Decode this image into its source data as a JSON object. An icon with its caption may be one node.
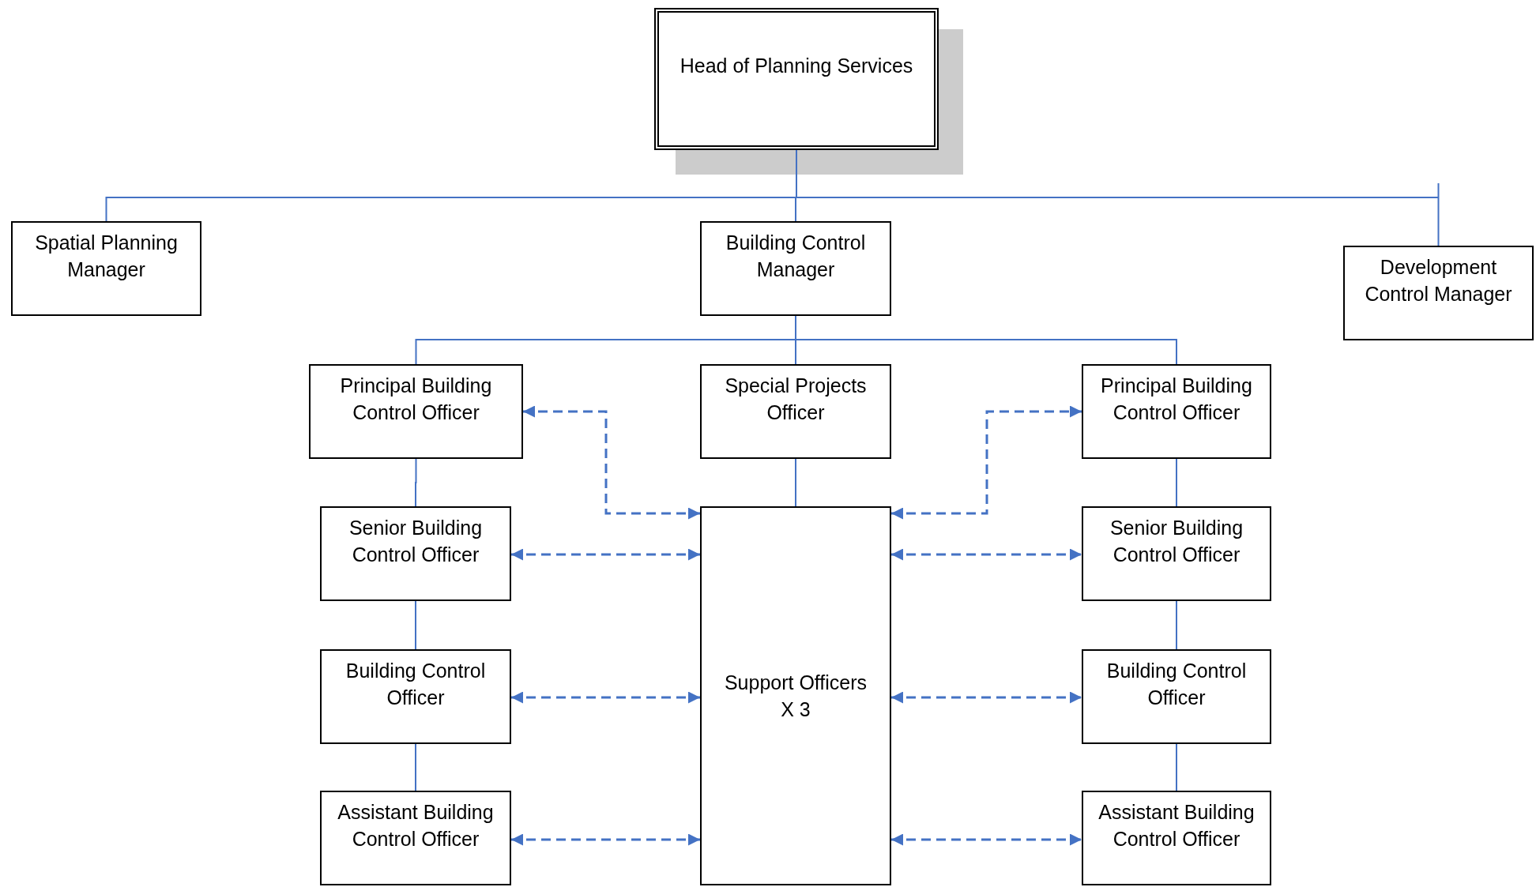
{
  "diagram": {
    "nodes": [
      {
        "text": [
          "Head of Planning Services"
        ]
      },
      {
        "text": [
          "Spatial Planning Manager"
        ]
      },
      {
        "text": [
          "Building Control Manager"
        ]
      },
      {
        "text": [
          "Development Control Manager"
        ]
      },
      {
        "text": [
          "Principal Building Control Officer"
        ]
      },
      {
        "text": [
          "Special Projects Officer"
        ]
      },
      {
        "text": [
          "Principal Building Control Officer"
        ]
      },
      {
        "text": [
          "Senior Building Control Officer"
        ]
      },
      {
        "text": [
          "Support Officers",
          "X 3"
        ]
      },
      {
        "text": [
          "Senior Building Control Officer"
        ]
      },
      {
        "text": [
          "Building Control Officer"
        ]
      },
      {
        "text": [
          "Building Control Officer"
        ]
      },
      {
        "text": [
          "Assistant Building Control Officer"
        ]
      },
      {
        "text": [
          "Assistant Building Control Officer"
        ]
      }
    ],
    "edges": [
      {
        "from": 0,
        "to": 1,
        "arrow": "none"
      },
      {
        "from": 0,
        "to": 2,
        "arrow": "none"
      },
      {
        "from": 0,
        "to": 3,
        "arrow": "none"
      },
      {
        "from": 2,
        "to": 4,
        "arrow": "none"
      },
      {
        "from": 2,
        "to": 5,
        "arrow": "none"
      },
      {
        "from": 2,
        "to": 6,
        "arrow": "none"
      },
      {
        "from": 4,
        "to": 7,
        "arrow": "none"
      },
      {
        "from": 7,
        "to": 10,
        "arrow": "none"
      },
      {
        "from": 10,
        "to": 12,
        "arrow": "none"
      },
      {
        "from": 5,
        "to": 8,
        "arrow": "none"
      },
      {
        "from": 6,
        "to": 9,
        "arrow": "none"
      },
      {
        "from": 9,
        "to": 11,
        "arrow": "none"
      },
      {
        "from": 11,
        "to": 13,
        "arrow": "none"
      },
      {
        "from": 4,
        "to": 8,
        "arrow": "both",
        "style": "dashed"
      },
      {
        "from": 7,
        "to": 8,
        "arrow": "both",
        "style": "dashed"
      },
      {
        "from": 10,
        "to": 8,
        "arrow": "both",
        "style": "dashed"
      },
      {
        "from": 12,
        "to": 8,
        "arrow": "both",
        "style": "dashed"
      },
      {
        "from": 8,
        "to": 6,
        "arrow": "both",
        "style": "dashed"
      },
      {
        "from": 8,
        "to": 9,
        "arrow": "both",
        "style": "dashed"
      },
      {
        "from": 8,
        "to": 11,
        "arrow": "both",
        "style": "dashed"
      },
      {
        "from": 8,
        "to": 13,
        "arrow": "both",
        "style": "dashed"
      }
    ]
  }
}
